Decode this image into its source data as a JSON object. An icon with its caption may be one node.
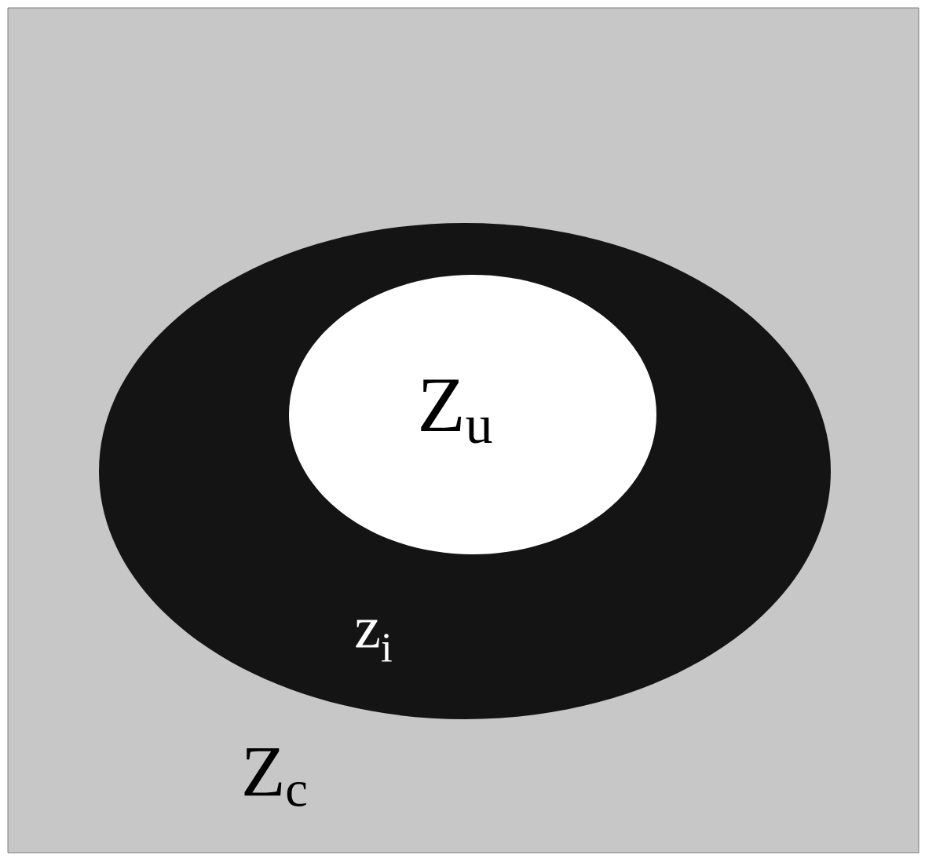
{
  "diagram": {
    "nodes": [
      {
        "text": [
          "Z$_{c}$"
        ]
      },
      {
        "text": [
          "z$_{i}$"
        ],
        "in": 0
      },
      {
        "text": [
          "Z$_{u}$"
        ],
        "in": 1
      }
    ]
  }
}
